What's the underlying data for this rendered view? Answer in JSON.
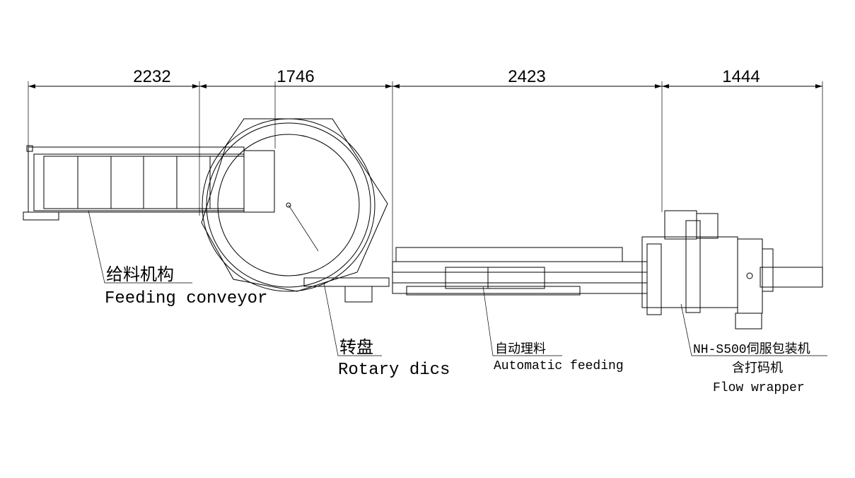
{
  "dimensions": [
    "2232",
    "1746",
    "2423",
    "1444"
  ],
  "labels": {
    "feeding": {
      "zh": "给料机构",
      "en": "Feeding conveyor"
    },
    "rotary": {
      "zh": "转盘",
      "en": "Rotary dics"
    },
    "automatic": {
      "zh": "自动理料",
      "en": "Automatic feeding"
    },
    "wrapper": {
      "zh": "NH-S500伺服包装机",
      "zh2": "含打码机",
      "en": "Flow wrapper"
    }
  }
}
